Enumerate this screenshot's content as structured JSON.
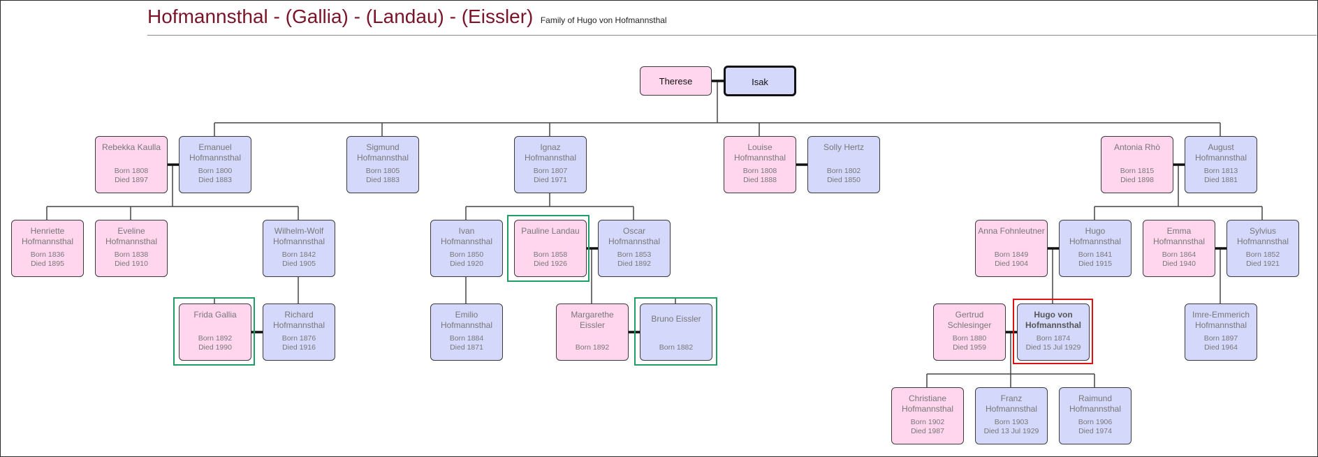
{
  "header": {
    "title": "Hofmannsthal - (Gallia) - (Landau) - (Eissler)",
    "subtitle": "Family of Hugo von Hofmannsthal"
  },
  "colors": {
    "female": "#ffd6ee",
    "male": "#d4d9fb",
    "title": "#7a1428",
    "highlight_green": "#1e9e62",
    "highlight_red": "#e01010"
  },
  "people": {
    "therese": {
      "name": "Therese",
      "dates": ""
    },
    "isak": {
      "name": "Isak",
      "dates": ""
    },
    "rebekka": {
      "name": "Rebekka Kaulla",
      "born": "Born 1808",
      "died": "Died 1897"
    },
    "emanuel": {
      "name": "Emanuel Hofmannsthal",
      "born": "Born 1800",
      "died": "Died 1883"
    },
    "sigmund": {
      "name": "Sigmund Hofmannsthal",
      "born": "Born 1805",
      "died": "Died 1883"
    },
    "ignaz": {
      "name": "Ignaz Hofmannsthal",
      "born": "Born 1807",
      "died": "Died 1971"
    },
    "louise": {
      "name": "Louise Hofmannsthal",
      "born": "Born 1808",
      "died": "Died 1888"
    },
    "solly": {
      "name": "Solly Hertz",
      "born": "Born 1802",
      "died": "Died 1850"
    },
    "antonia": {
      "name": "Antonia Rhò",
      "born": "Born 1815",
      "died": "Died 1898"
    },
    "august": {
      "name": "August Hofmannsthal",
      "born": "Born 1813",
      "died": "Died 1881"
    },
    "henriette": {
      "name": "Henriette Hofmannsthal",
      "born": "Born 1836",
      "died": "Died 1895"
    },
    "eveline": {
      "name": "Eveline Hofmannsthal",
      "born": "Born 1838",
      "died": "Died 1910"
    },
    "wilhelm": {
      "name": "Wilhelm-Wolf Hofmannsthal",
      "born": "Born 1842",
      "died": "Died 1905"
    },
    "ivan": {
      "name": "Ivan Hofmannsthal",
      "born": "Born 1850",
      "died": "Died 1920"
    },
    "pauline": {
      "name": "Pauline Landau",
      "born": "Born 1858",
      "died": "Died 1926"
    },
    "oscar": {
      "name": "Oscar Hofmannsthal",
      "born": "Born 1853",
      "died": "Died 1892"
    },
    "anna": {
      "name": "Anna Fohnleutner",
      "born": "Born 1849",
      "died": "Died 1904"
    },
    "hugo_sr": {
      "name": "Hugo Hofmannsthal",
      "born": "Born 1841",
      "died": "Died 1915"
    },
    "emma": {
      "name": "Emma Hofmannsthal",
      "born": "Born 1864",
      "died": "Died 1940"
    },
    "sylvius": {
      "name": "Sylvius Hofmannsthal",
      "born": "Born 1852",
      "died": "Died 1921"
    },
    "frida": {
      "name": "Frida Gallia",
      "born": "Born 1892",
      "died": "Died 1990"
    },
    "richard": {
      "name": "Richard Hofmannsthal",
      "born": "Born 1876",
      "died": "Died 1916"
    },
    "emilio": {
      "name": "Emilio Hofmannsthal",
      "born": "Born 1884",
      "died": "Died 1871"
    },
    "margarethe": {
      "name": "Margarethe Eissler",
      "born": "Born 1892",
      "died": ""
    },
    "bruno": {
      "name": "Bruno Eissler",
      "born": "Born 1882",
      "died": ""
    },
    "gertrud": {
      "name": "Gertrud Schlesinger",
      "born": "Born 1880",
      "died": "Died 1959"
    },
    "hugo_vh": {
      "name": "Hugo von Hofmannsthal",
      "born": "Born 1874",
      "died": "Died 15 Jul 1929"
    },
    "imre": {
      "name": "Imre-Emmerich Hofmannsthal",
      "born": "Born 1897",
      "died": "Died 1964"
    },
    "christiane": {
      "name": "Christiane Hofmannsthal",
      "born": "Born 1902",
      "died": "Died 1987"
    },
    "franz": {
      "name": "Franz Hofmannsthal",
      "born": "Born 1903",
      "died": "Died 13 Jul 1929"
    },
    "raimund": {
      "name": "Raimund Hofmannsthal",
      "born": "Born 1906",
      "died": "Died 1974"
    }
  }
}
